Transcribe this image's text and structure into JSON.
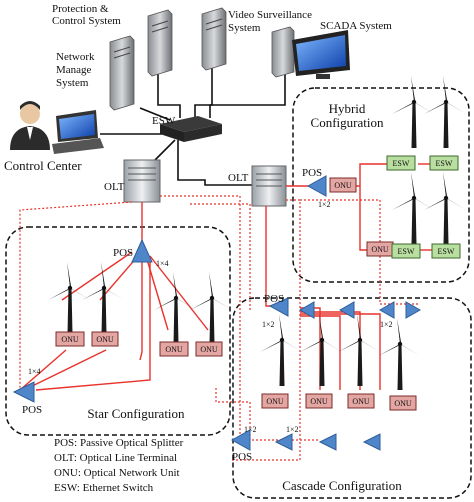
{
  "servers": {
    "protection": [
      "Protection &",
      "Control System"
    ],
    "video": [
      "Video Surveillance",
      "System"
    ],
    "scada": "SCADA System",
    "network": [
      "Network",
      "Manage",
      "System"
    ]
  },
  "control_center": "Control Center",
  "esw": "ESW",
  "olt": "OLT",
  "pos": "POS",
  "onu": "ONU",
  "ratio_1x2": "1×2",
  "ratio_1x4": "1×4",
  "hybrid": [
    "Hybrid",
    "Configuration"
  ],
  "star": "Star Configuration",
  "cascade": "Cascade Configuration",
  "legend": [
    "POS: Passive Optical Splitter",
    "OLT: Optical Line Terminal",
    "ONU: Optical Network Unit",
    "ESW: Ethernet Switch"
  ],
  "colors": {
    "fiber": "#e8322b",
    "onu_fill": "#e3a6a3",
    "esw_fill": "#b9dfa0",
    "splitter": "#4f86c9",
    "region_border": "#111111"
  }
}
